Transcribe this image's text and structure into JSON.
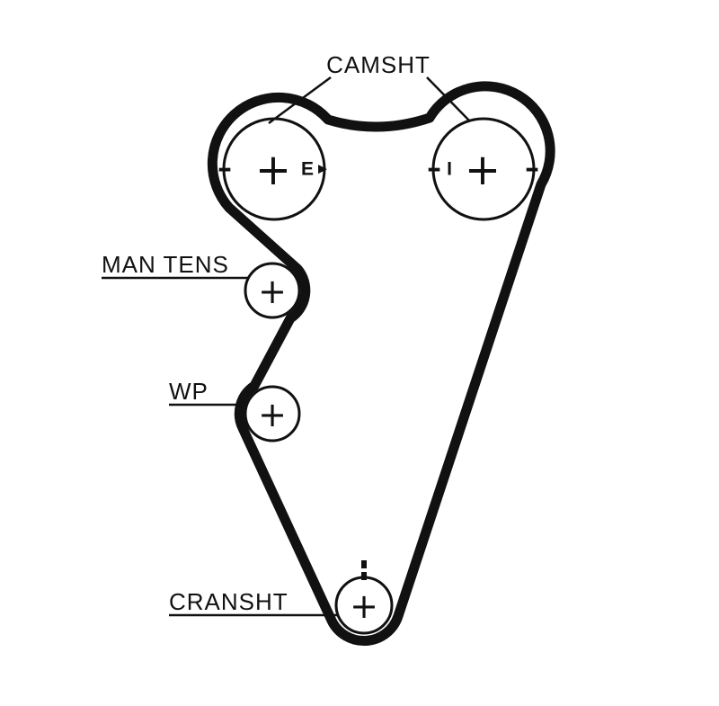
{
  "diagram": {
    "labels": {
      "camshaft": "CAMSHT",
      "man_tens": "MAN TENS",
      "water_pump": "WP",
      "crankshaft": "CRANSHT"
    },
    "marks": {
      "plus": "+",
      "dash": "-",
      "e": "E",
      "arrow_right": "▶",
      "i": "I"
    },
    "colors": {
      "line": "#111111",
      "background": "#ffffff"
    }
  }
}
